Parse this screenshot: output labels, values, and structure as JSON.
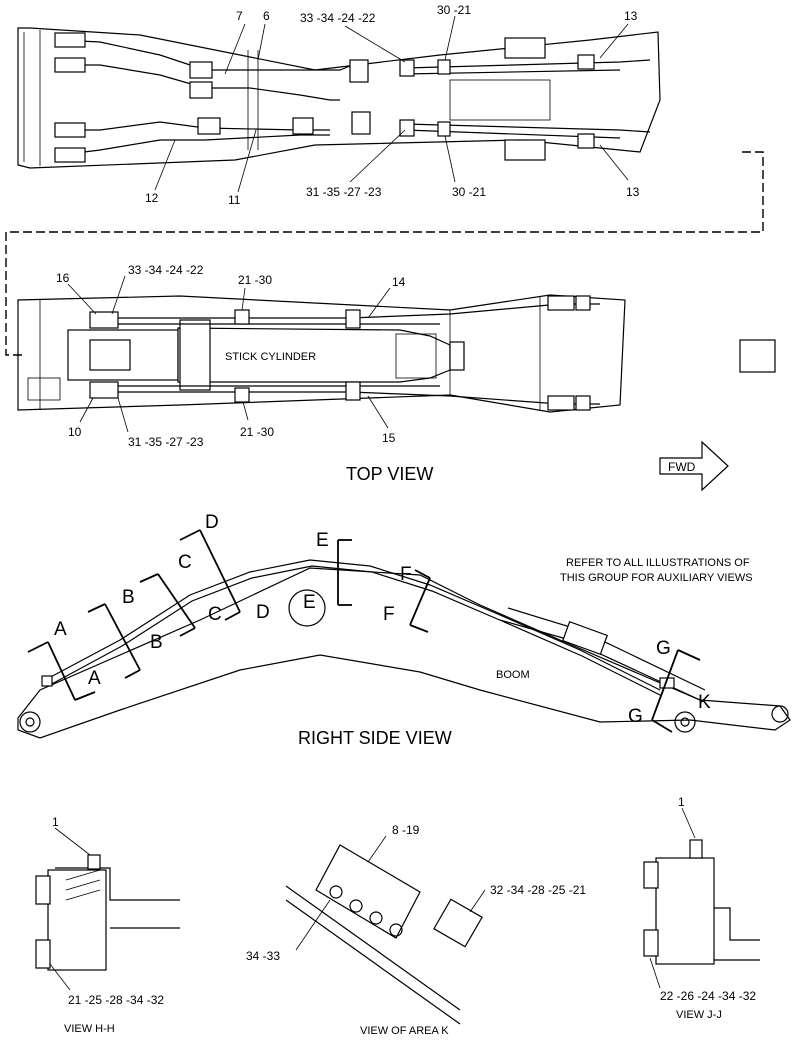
{
  "views": {
    "top": "TOP VIEW",
    "right_side": "RIGHT SIDE VIEW",
    "h_h": "VIEW H-H",
    "area_k": "VIEW OF AREA K",
    "j_j": "VIEW J-J"
  },
  "labels": {
    "fwd": "FWD",
    "stick_cylinder": "STICK CYLINDER",
    "boom": "BOOM",
    "refer_line1": "REFER TO ALL ILLUSTRATIONS OF",
    "refer_line2": "THIS GROUP FOR AUXILIARY VIEWS"
  },
  "callouts": {
    "c7": "7",
    "c6": "6",
    "c33a": "33 -34 -24 -22",
    "c30a": "30 -21",
    "c13a": "13",
    "c12": "12",
    "c11": "11",
    "c31a": "31 -35 -27 -23",
    "c30b": "30 -21",
    "c13b": "13",
    "c16": "16",
    "c33b": "33 -34 -24 -22",
    "c2130a": "21 -30",
    "c14": "14",
    "c10": "10",
    "c31b": "31 -35 -27 -23",
    "c2130b": "21 -30",
    "c15": "15",
    "hh1": "1",
    "hh_bolts": "21 -25 -28 -34 -32",
    "k819": "8 -19",
    "k32": "32 -34 -28 -25 -21",
    "k3433": "34 -33",
    "jj1": "1",
    "jj_bolts": "22 -26 -24 -34 -32"
  },
  "sections": {
    "a": "A",
    "a2": "A",
    "b": "B",
    "b2": "B",
    "c": "C",
    "c2": "C",
    "d": "D",
    "d2": "D",
    "e": "E",
    "e2": "E",
    "f": "F",
    "f2": "F",
    "g": "G",
    "g2": "G",
    "k": "K"
  }
}
